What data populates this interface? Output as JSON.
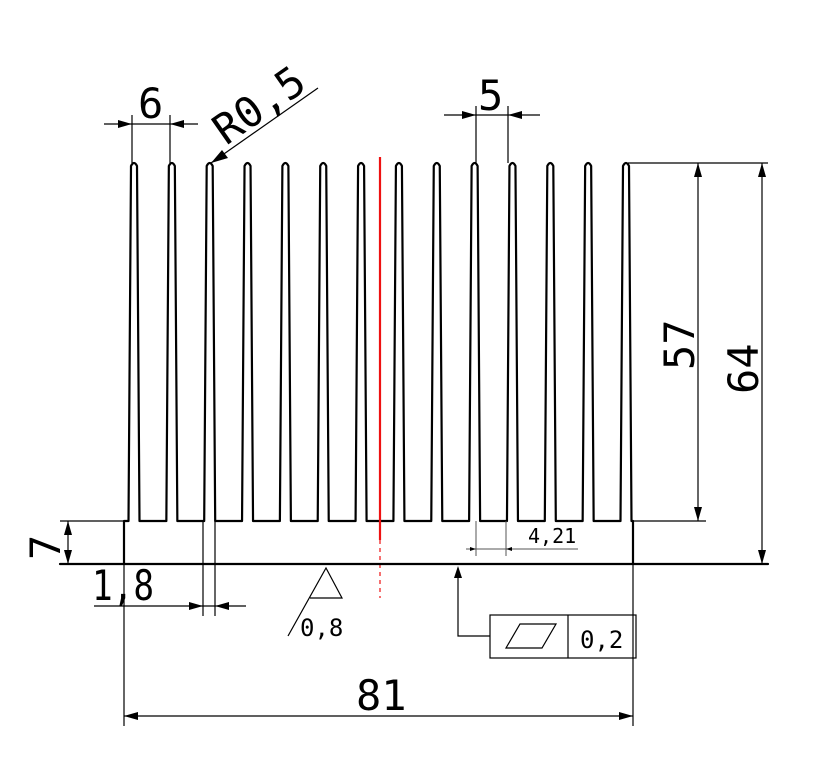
{
  "dimensions": {
    "fin_pitch_top": "6",
    "tip_radius": "R0,5",
    "fin_spacing_right": "5",
    "fin_height": "57",
    "total_height": "64",
    "base_thickness": "7",
    "fin_thickness": "1,8",
    "total_width": "81",
    "fin_gap_bottom": "4,21"
  },
  "annotations": {
    "surface_roughness": "0,8",
    "flatness_tolerance": "0,2",
    "flatness_symbol": "flatness-symbol"
  },
  "colors": {
    "outline": "#000000",
    "centerline": "#ee1111"
  }
}
